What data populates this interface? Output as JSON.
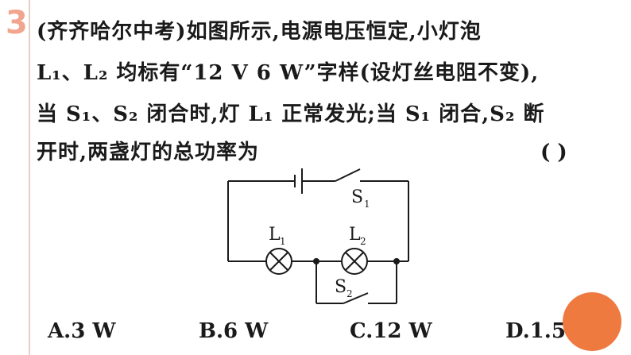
{
  "question": {
    "number": "3",
    "lines": [
      "(齐齐哈尔中考)如图所示,电源电压恒定,小灯泡",
      "L₁、L₂ 均标有“12 V    6 W”字样(设灯丝电阻不变),",
      "当 S₁、S₂ 闭合时,灯 L₁ 正常发光;当 S₁ 闭合,S₂ 断",
      "开时,两盏灯的总功率为"
    ],
    "blank": "(     )"
  },
  "circuit": {
    "labels": {
      "s1": "S",
      "s1_sub": "1",
      "l1": "L",
      "l1_sub": "1",
      "l2": "L",
      "l2_sub": "2",
      "s2": "S",
      "s2_sub": "2"
    }
  },
  "options": [
    {
      "label": "A.3 W"
    },
    {
      "label": "B.6 W"
    },
    {
      "label": "C.12 W"
    },
    {
      "label": "D.1.5 W"
    }
  ],
  "colors": {
    "question_number": "#f2a58e",
    "decoration": "#ef7a40"
  }
}
